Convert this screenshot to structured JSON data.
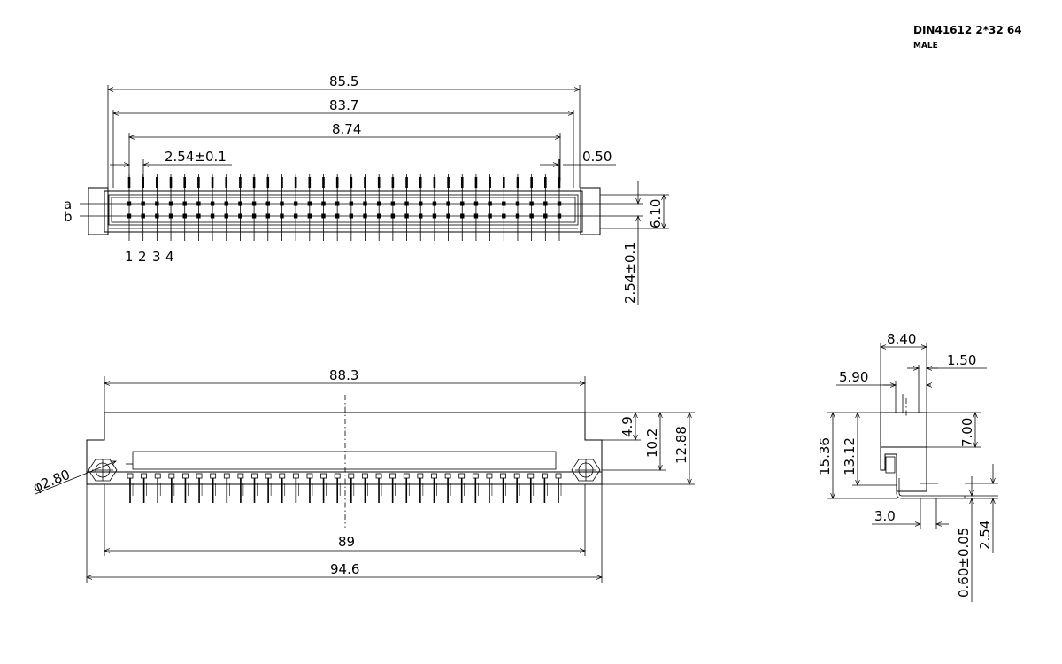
{
  "title": {
    "part": "DIN41612 2*32 64",
    "variant": "MALE"
  },
  "top_view": {
    "overall_width": "85.5",
    "body_width": "83.7",
    "pin_span": "8.74",
    "pitch": "2.54±0.1",
    "edge_offset": "0.50",
    "row_height": "6.10",
    "row_pitch": "2.54±0.1",
    "row_labels": [
      "a",
      "b"
    ],
    "pin_numbers": [
      "1",
      "2",
      "3",
      "4"
    ],
    "pins_per_row": 32
  },
  "front_view": {
    "housing_width": "88.3",
    "hole_diameter": "φ2.80",
    "height_a": "4.9",
    "height_b": "10.2",
    "height_c": "12.88",
    "pin_field_width": "89",
    "flange_width": "94.6",
    "pin_count": 32
  },
  "side_view": {
    "depth": "8.40",
    "tail": "1.50",
    "body_depth": "5.90",
    "total_height": "15.36",
    "body_height": "13.12",
    "upper_height": "7.00",
    "foot": "3.0",
    "pin_thickness": "0.60±0.05",
    "bend_offset": "2.54"
  }
}
